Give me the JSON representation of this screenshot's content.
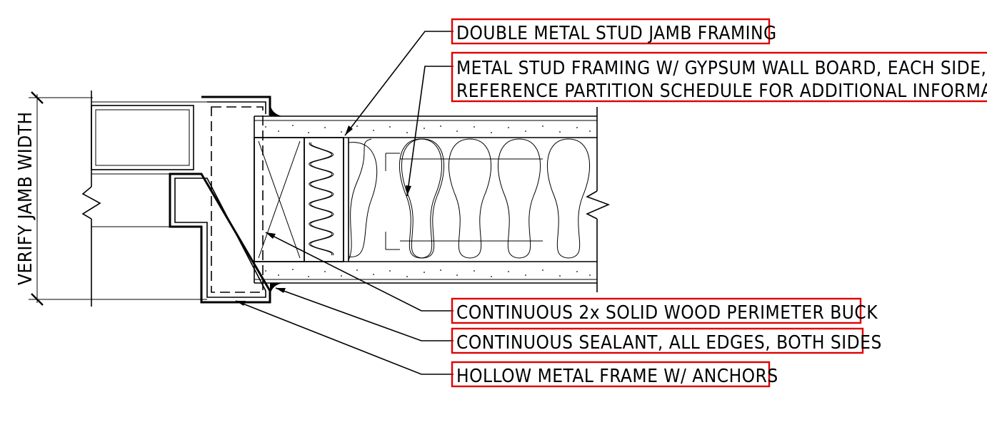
{
  "colors": {
    "line": "#000000",
    "callout_box": "#e00000",
    "background": "#ffffff"
  },
  "dimension": {
    "label": "VERIFY JAMB WIDTH"
  },
  "callouts": [
    {
      "id": "double-stud",
      "text": "DOUBLE METAL STUD JAMB FRAMING"
    },
    {
      "id": "stud-framing-1",
      "text": "METAL STUD FRAMING W/ GYPSUM WALL BOARD, EACH SIDE,"
    },
    {
      "id": "stud-framing-2",
      "text": "REFERENCE PARTITION SCHEDULE FOR ADDITIONAL INFORMATION"
    },
    {
      "id": "wood-buck",
      "text": "CONTINUOUS 2x SOLID WOOD PERIMETER BUCK"
    },
    {
      "id": "sealant",
      "text": "CONTINUOUS SEALANT, ALL EDGES, BOTH SIDES"
    },
    {
      "id": "hollow-frame",
      "text": "HOLLOW METAL FRAME W/ ANCHORS"
    }
  ]
}
